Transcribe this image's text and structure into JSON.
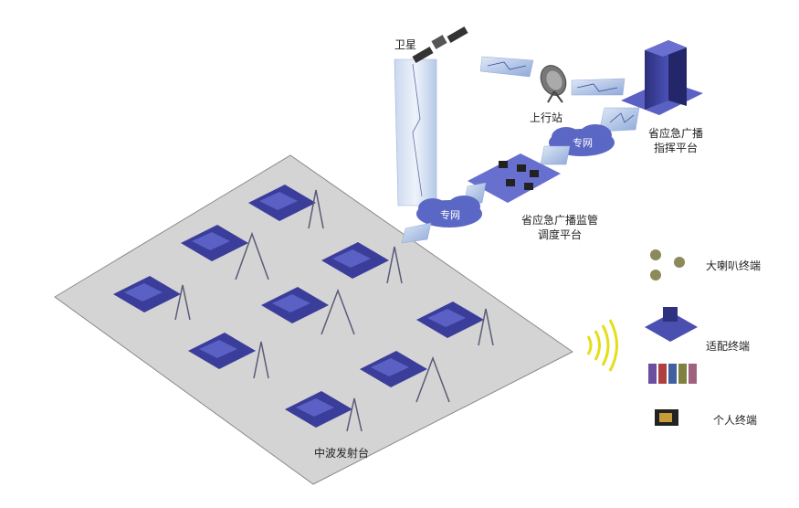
{
  "labels": {
    "satellite": "卫星",
    "uplink_station": "上行站",
    "command_platform_line1": "省应急广播",
    "command_platform_line2": "指挥平台",
    "private_net_top": "专网",
    "private_net_left": "专网",
    "supervision_platform_line1": "省应急广播监管",
    "supervision_platform_line2": "调度平台",
    "mw_transmitter": "中波发射台",
    "loudspeaker_terminal": "大喇叭终端",
    "adapter_terminal": "适配终端",
    "personal_terminal": "个人终端"
  },
  "colors": {
    "tile": "#3a3d9a",
    "house": "#4a4fb0",
    "tower": "#5a5a78",
    "ground": "#d4d4d4",
    "cloud": "#5b67c4",
    "signal": "#e3df1a"
  }
}
